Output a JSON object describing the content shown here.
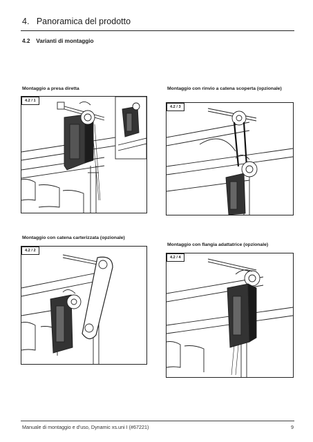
{
  "header": {
    "chapter": "4.   Panoramica del prodotto"
  },
  "section": {
    "number": "4.2",
    "title": "Varianti di montaggio"
  },
  "variants": [
    {
      "caption": "Montaggio a presa diretta",
      "figure_tag": "4.2 / 1"
    },
    {
      "caption": "Montaggio con rinvio a catena scoperta (opzionale)",
      "figure_tag": "4.2 / 3"
    },
    {
      "caption": "Montaggio con catena carterizzata (opzionale)",
      "figure_tag": "4.2 / 2"
    },
    {
      "caption": "Montaggio con flangia adattatrice (opzionale)",
      "figure_tag": "4.2 / 4"
    }
  ],
  "footer": {
    "text": "Manuale di montaggio e d’uso, Dynamic xs.uni I (#67221)",
    "page": "9"
  }
}
